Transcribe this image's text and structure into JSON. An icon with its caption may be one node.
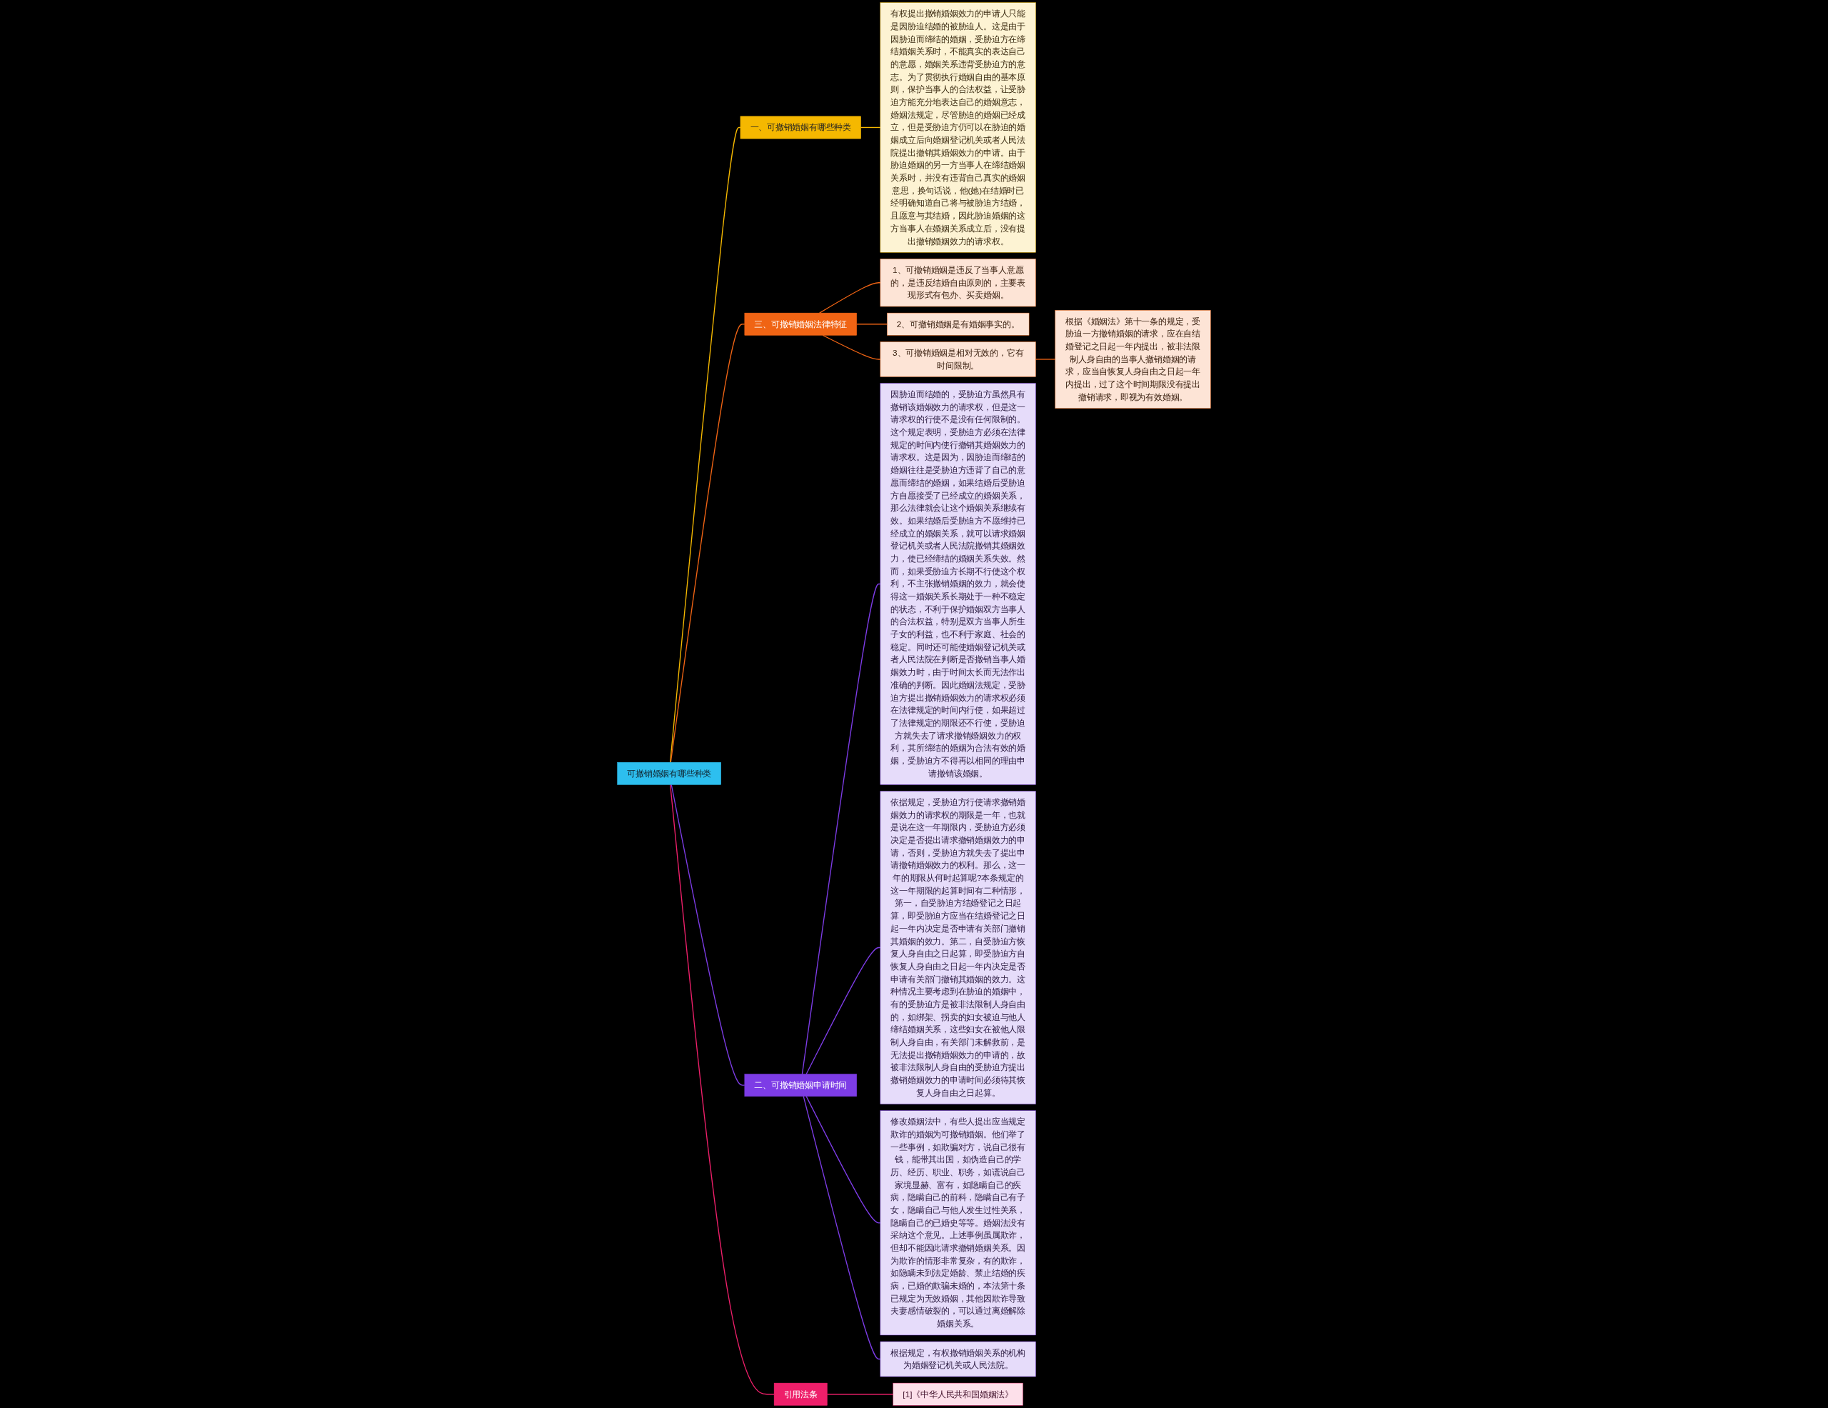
{
  "diagram": {
    "nodes": [
      {
        "text": [
          "可撤销婚姻有哪些种类"
        ]
      },
      {
        "text": [
          "一、可撤销婚姻有哪些种类"
        ]
      },
      {
        "text": [
          "有权提出撤销婚姻效力的申请人只能是因胁迫结婚的被胁迫人。这是由于因胁迫而缔结的婚姻，受胁迫方在缔结婚姻关系时，不能真实的表达自己的意愿，婚姻关系违背受胁迫方的意志。为了贯彻执行婚姻自由的基本原则，保护当事人的合法权益，让受胁迫方能充分地表达自己的婚姻意志，婚姻法规定，尽管胁迫的婚姻已经成立，但是受胁迫方仍可以在胁迫的婚姻成立后向婚姻登记机关或者人民法院提出撤销其婚姻效力的申请。由于胁迫婚姻的另一方当事人在缔结婚姻关系时，并没有违背自己真实的婚姻意思，换句话说，他(她)在结婚时已经明确知道自己将与被胁迫方结婚，且愿意与其结婚，因此胁迫婚姻的这方当事人在婚姻关系成立后，没有提出撤销婚姻效力的请求权。"
        ]
      },
      {
        "text": [
          "三、可撤销婚姻法律特征"
        ]
      },
      {
        "text": [
          "1、可撤销婚姻是违反了当事人意愿的，是违反结婚自由原则的，主要表现形式有包办、买卖婚姻。"
        ]
      },
      {
        "text": [
          "2、可撤销婚姻是有婚姻事实的。"
        ]
      },
      {
        "text": [
          "3、可撤销婚姻是相对无效的，它有时间限制。"
        ]
      },
      {
        "text": [
          "根据《婚姻法》第十一条的规定，受胁迫一方撤销婚姻的请求，应在自结婚登记之日起一年内提出，被非法限制人身自由的当事人撤销婚姻的请求，应当自恢复人身自由之日起一年内提出，过了这个时间期限没有提出撤销请求，即视为有效婚姻。"
        ]
      },
      {
        "text": [
          "二、可撤销婚姻申请时间"
        ]
      },
      {
        "text": [
          "因胁迫而结婚的，受胁迫方虽然具有撤销该婚姻效力的请求权，但是这一请求权的行使不是没有任何限制的。这个规定表明，受胁迫方必须在法律规定的时间内使行撤销其婚姻效力的请求权。这是因为，因胁迫而缔结的婚姻往往是受胁迫方违背了自己的意愿而缔结的婚姻，如果结婚后受胁迫方自愿接受了已经成立的婚姻关系，那么法律就会让这个婚姻关系继续有效。如果结婚后受胁迫方不愿维持已经成立的婚姻关系，就可以请求婚姻登记机关或者人民法院撤销其婚姻效力，使已经缔结的婚姻关系失效。然而，如果受胁迫方长期不行使这个权利，不主张撤销婚姻的效力，就会使得这一婚姻关系长期处于一种不稳定的状态，不利于保护婚姻双方当事人的合法权益，特别是双方当事人所生子女的利益，也不利于家庭、社会的稳定。同时还可能使婚姻登记机关或者人民法院在判断是否撤销当事人婚姻效力时，由于时间太长而无法作出准确的判断。因此婚姻法规定，受胁迫方提出撤销婚姻效力的请求权必须在法律规定的时间内行使，如果超过了法律规定的期限还不行使，受胁迫方就失去了请求撤销婚姻效力的权利，其所缔结的婚姻为合法有效的婚姻，受胁迫方不得再以相同的理由申请撤销该婚姻。"
        ]
      },
      {
        "text": [
          "依据规定，受胁迫方行使请求撤销婚姻效力的请求权的期限是一年，也就是说在这一年期限内，受胁迫方必须决定是否提出请求撤销婚姻效力的申请，否则，受胁迫方就失去了提出申请撤销婚姻效力的权利。那么，这一年的期限从何时起算呢?本条规定的这一年期限的起算时间有二种情形，第一，自受胁迫方结婚登记之日起算，即受胁迫方应当在结婚登记之日起一年内决定是否申请有关部门撤销其婚姻的效力。第二，自受胁迫方恢复人身自由之日起算，即受胁迫方自恢复人身自由之日起一年内决定是否申请有关部门撤销其婚姻的效力。这种情况主要考虑到在胁迫的婚姻中，有的受胁迫方是被非法限制人身自由的，如绑架、拐卖的妇女被迫与他人缔结婚姻关系，这些妇女在被他人限制人身自由，有关部门未解救前，是无法提出撤销婚姻效力的申请的，故被非法限制人身自由的受胁迫方提出撤销婚姻效力的申请时间必须待其恢复人身自由之日起算。"
        ]
      },
      {
        "text": [
          "修改婚姻法中，有些人提出应当规定欺诈的婚姻为可撤销婚姻。他们举了一些事例，如欺骗对方，说自己很有钱，能带其出国，如伪造自己的学历、经历、职业、职务，如谎说自己家境显赫、富有，如隐瞒自己的疾病，隐瞒自己的前科，隐瞒自己有子女，隐瞒自己与他人发生过性关系，隐瞒自己的已婚史等等。婚姻法没有采纳这个意见。上述事例虽属欺诈，但却不能因此请求撤销婚姻关系。因为欺诈的情形非常复杂，有的欺诈，如隐瞒未到法定婚龄、禁止结婚的疾病，已婚的欺骗未婚的，本法第十条已规定为无效婚姻，其他因欺诈导致夫妻感情破裂的，可以通过离婚解除婚姻关系。"
        ]
      },
      {
        "text": [
          "根据规定，有权撤销婚姻关系的机构为婚姻登记机关或人民法院。"
        ]
      },
      {
        "text": [
          "引用法条"
        ]
      },
      {
        "text": [
          "[1]《中华人民共和国婚姻法》"
        ]
      }
    ],
    "edges": [
      {
        "from": 0,
        "to": 1,
        "arrow": "none",
        "color": "#f5b800"
      },
      {
        "from": 1,
        "to": 2,
        "arrow": "none",
        "color": "#f5b800"
      },
      {
        "from": 0,
        "to": 3,
        "arrow": "none",
        "color": "#f06414"
      },
      {
        "from": 3,
        "to": 4,
        "arrow": "none",
        "color": "#f06414"
      },
      {
        "from": 3,
        "to": 5,
        "arrow": "none",
        "color": "#f06414"
      },
      {
        "from": 3,
        "to": 6,
        "arrow": "none",
        "color": "#f06414"
      },
      {
        "from": 6,
        "to": 7,
        "arrow": "none",
        "color": "#f06414"
      },
      {
        "from": 0,
        "to": 8,
        "arrow": "none",
        "color": "#7d3ce6"
      },
      {
        "from": 8,
        "to": 9,
        "arrow": "none",
        "color": "#7d3ce6"
      },
      {
        "from": 8,
        "to": 10,
        "arrow": "none",
        "color": "#7d3ce6"
      },
      {
        "from": 8,
        "to": 11,
        "arrow": "none",
        "color": "#7d3ce6"
      },
      {
        "from": 8,
        "to": 12,
        "arrow": "none",
        "color": "#7d3ce6"
      },
      {
        "from": 0,
        "to": 13,
        "arrow": "none",
        "color": "#ee1f6a"
      },
      {
        "from": 13,
        "to": 14,
        "arrow": "none",
        "color": "#ee1f6a"
      }
    ]
  }
}
